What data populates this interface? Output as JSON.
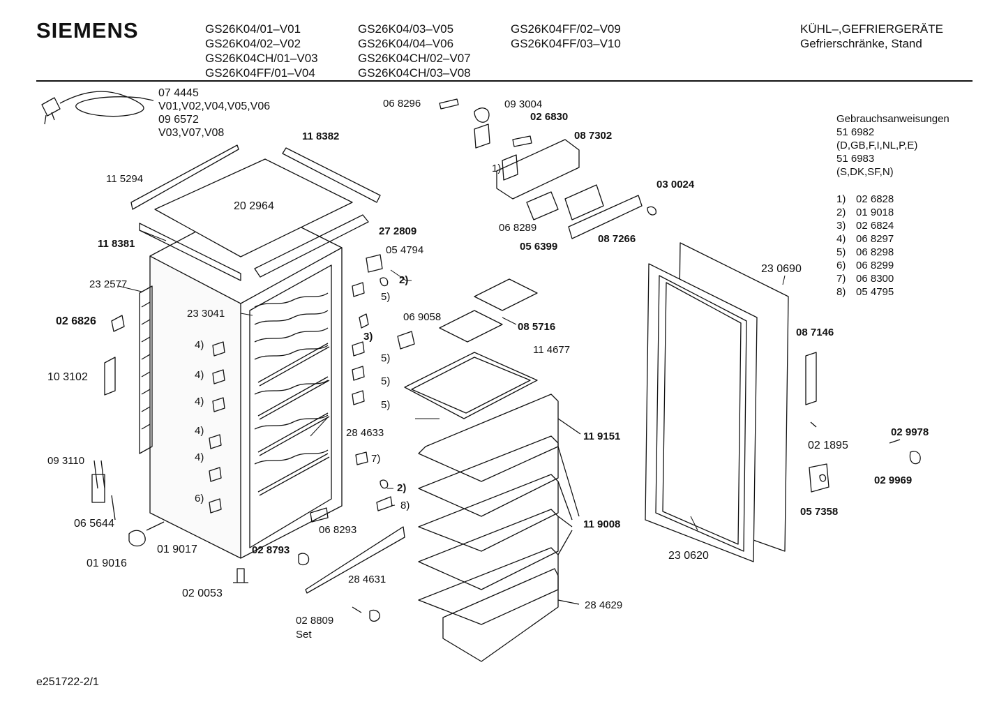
{
  "brand": "SIEMENS",
  "models": {
    "col1": [
      "GS26K04/01–V01",
      "GS26K04/02–V02",
      "GS26K04CH/01–V03",
      "GS26K04FF/01–V04"
    ],
    "col2": [
      "GS26K04/03–V05",
      "GS26K04/04–V06",
      "GS26K04CH/02–V07",
      "GS26K04CH/03–V08"
    ],
    "col3": [
      "GS26K04FF/02–V09",
      "GS26K04FF/03–V10"
    ]
  },
  "category": {
    "line1": "KÜHL–,GEFRIERGERÄTE",
    "line2": "Gefrierschränke, Stand"
  },
  "manuals": {
    "title": "Gebrauchsanweisungen",
    "lines": [
      "51 6982",
      "(D,GB,F,I,NL,P,E)",
      "51 6983",
      "(S,DK,SF,N)"
    ]
  },
  "footnotes": [
    {
      "key": "1)",
      "part": "02 6828"
    },
    {
      "key": "2)",
      "part": "01 9018"
    },
    {
      "key": "3)",
      "part": "02 6824"
    },
    {
      "key": "4)",
      "part": "06 8297"
    },
    {
      "key": "5)",
      "part": "06 8298"
    },
    {
      "key": "6)",
      "part": "06 8299"
    },
    {
      "key": "7)",
      "part": "06 8300"
    },
    {
      "key": "8)",
      "part": "05 4795"
    }
  ],
  "cable": {
    "part_a": "07 4445",
    "variants_a": "V01,V02,V04,V05,V06",
    "part_b": "09 6572",
    "variants_b": "V03,V07,V08"
  },
  "labels": {
    "p118382": "11 8382",
    "p115294": "11 5294",
    "p202964": "20 2964",
    "p272809": "27 2809",
    "p118381": "11 8381",
    "p054794": "05 4794",
    "p232577": "23 2577",
    "p233041": "23 3041",
    "p026826": "02 6826",
    "p103102": "10 3102",
    "p093110": "09 3110",
    "p065644": "06 5644",
    "p019016": "01 9016",
    "p019017": "01 9017",
    "p020053": "02 0053",
    "p028793": "02 8793",
    "p284631": "28 4631",
    "p028809": "02 8809",
    "set": "Set",
    "p068293": "06 8293",
    "p284633": "28 4633",
    "p069058": "06 9058",
    "p085716": "08 5716",
    "p114677": "11 4677",
    "p119151": "11 9151",
    "p119008": "11 9008",
    "p284629": "28 4629",
    "p068296": "06 8296",
    "p093004": "09 3004",
    "p026830": "02 6830",
    "p087302": "08 7302",
    "p030024": "03 0024",
    "p068289": "06 8289",
    "p056399": "05 6399",
    "p087266": "08 7266",
    "p230690": "23 0690",
    "p087146": "08 7146",
    "p021895": "02 1895",
    "p029978": "02 9978",
    "p029969": "02 9969",
    "p057358": "05 7358",
    "p230620": "23 0620"
  },
  "callouts": {
    "c1": "1)",
    "c2": "2)",
    "c3": "3)",
    "c4": "4)",
    "c5": "5)",
    "c6": "6)",
    "c7": "7)",
    "c8": "8)"
  },
  "footer": "e251722-2/1"
}
